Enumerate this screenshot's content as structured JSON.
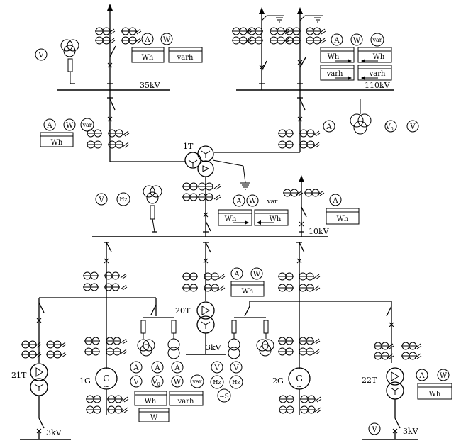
{
  "buses": {
    "bus_35kv": "35kV",
    "bus_110kv": "110kV",
    "bus_10kv": "10kV",
    "bus_3kv_20t": "3kV",
    "bus_3kv_21t": "3kV",
    "bus_3kv_22t": "3kV"
  },
  "equipment": {
    "transformer_1t": "1T",
    "transformer_20t": "20T",
    "transformer_21t": "21T",
    "transformer_22t": "22T",
    "generator_1g": "1G",
    "generator_2g": "2G",
    "generator_symbol": "G",
    "generator_tilde": "~"
  },
  "meters": {
    "ammeter": "A",
    "wattmeter": "W",
    "varmeter": "var",
    "voltmeter": "V",
    "zero_seq_voltmeter": "V",
    "zero_seq_sub": "0",
    "frequency_meter": "Hz",
    "synchroscope": "~S"
  },
  "energy_meters": {
    "active": "Wh",
    "reactive": "varh",
    "watt_box": "W"
  },
  "colors": {
    "line": "#000000",
    "background": "#ffffff"
  }
}
